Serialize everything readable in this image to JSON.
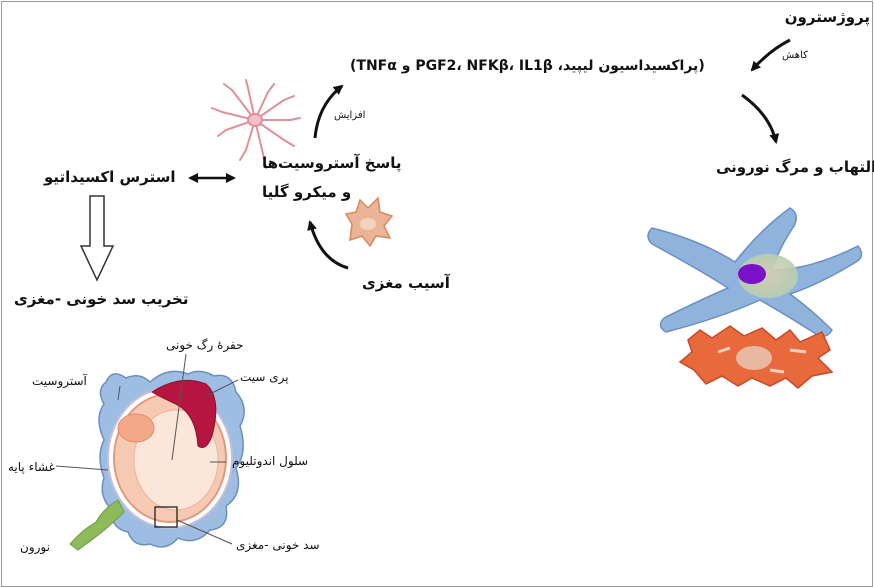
{
  "labels": {
    "progesterone": "پروژسترون",
    "decrease": "کاهش",
    "mediators": "(پراکسیداسیون لیپید، PGF2، NFKβ، IL1β و TNFα)",
    "increase": "افزایش",
    "inflammation": "التهاب و مرگ نورونی",
    "oxidative_stress": "استرس اکسیداتیو",
    "astro_response_1": "پاسخ آستروسیت‌ها",
    "astro_response_2": "و میکرو گلیا",
    "brain_injury": "آسیب مغزی",
    "bbb_damage": "تخریب سد خونی -مغزی"
  },
  "bbb_diagram": {
    "vessel_lumen": "حفرهٔ رگ خونی",
    "astrocyte": "آستروسیت",
    "pericyte": "پری سیت",
    "endothelial": "سلول اندوتلیوم",
    "basement": "غشاء پایه",
    "bbb": "سد خونی -مغزی",
    "neuron": "نورون"
  },
  "colors": {
    "astrocyte_blue": "#8fb3dc",
    "microglia_orange": "#e86a3c",
    "pericyte_red": "#b5153f",
    "nucleus_purple": "#7a10c8",
    "neuron_green": "#8dbb5a"
  }
}
